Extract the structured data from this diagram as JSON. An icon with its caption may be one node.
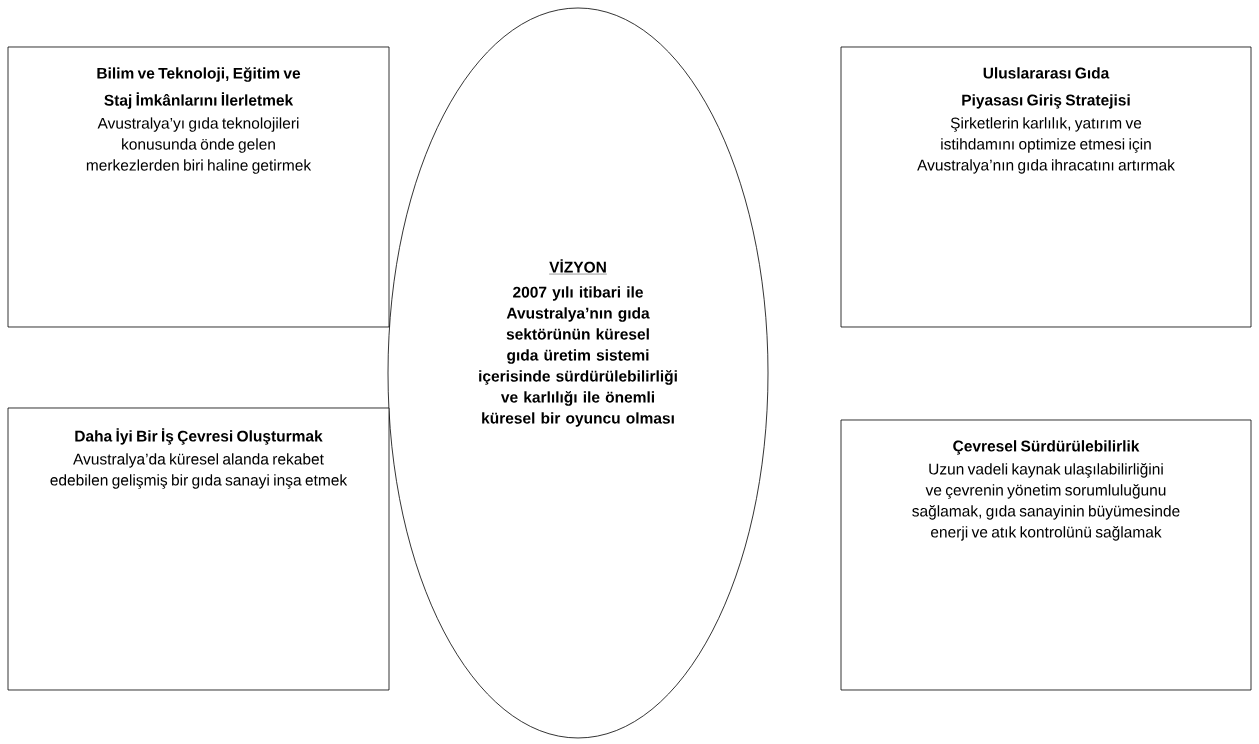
{
  "diagram": {
    "nodes": [
      {
        "text": [
          "VİZYON",
          "2007 yılı itibari ile Avustralya’nın gıda sektörünün küresel gıda üretim sistemi içerisinde sürdürülebilirliği ve karlılığı ile önemli küresel bir oyuncu olması"
        ]
      },
      {
        "text": [
          "Bilim ve Teknoloji, Eğitim ve Staj İmkânlarını İlerletmek",
          "Avustralya’yı gıda teknolojileri konusunda önde gelen merkezlerden biri haline getirmek"
        ]
      },
      {
        "text": [
          "Uluslararası Gıda Piyasası Giriş Stratejisi",
          "Şirketlerin karlılık, yatırım ve istihdamını optimize etmesi için Avustralya’nın gıda ihracatını artırmak"
        ]
      },
      {
        "text": [
          "Daha İyi Bir İş Çevresi Oluşturmak",
          "Avustralya’da küresel alanda rekabet edebilen gelişmiş bir gıda sanayi inşa etmek"
        ]
      },
      {
        "text": [
          "Çevresel Sürdürülebilirlik",
          "Uzun vadeli kaynak ulaşılabilirliğini ve çevrenin yönetim sorumluluğunu sağlamak, gıda sanayinin büyümesinde enerji ve atık kontrolünü sağlamak"
        ]
      }
    ]
  }
}
